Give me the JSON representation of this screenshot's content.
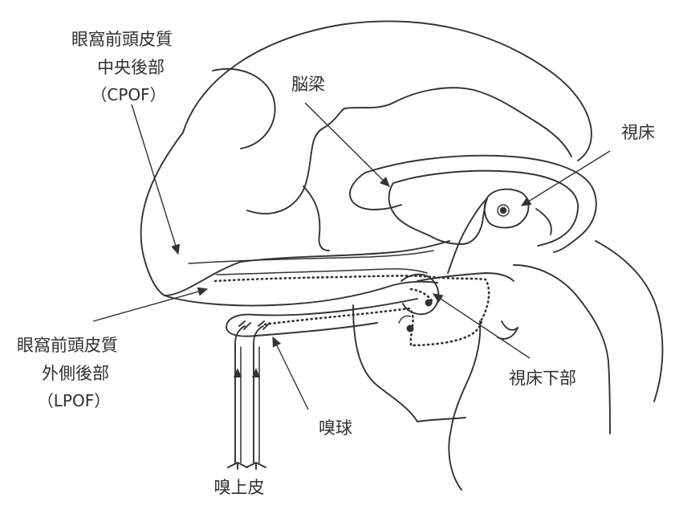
{
  "labels": {
    "cpof_line1": "眼窩前頭皮質",
    "cpof_line2": "中央後部",
    "cpof_line3": "（CPOF）",
    "corpus_callosum": "脳梁",
    "thalamus": "視床",
    "lpof_line1": "眼窩前頭皮質",
    "lpof_line2": "外側後部",
    "lpof_line3": "（LPOF）",
    "hypothalamus": "視床下部",
    "olfactory_bulb": "嗅球",
    "olfactory_epithelium": "嗅上皮"
  },
  "colors": {
    "ink": "#333333",
    "background": "#ffffff"
  }
}
